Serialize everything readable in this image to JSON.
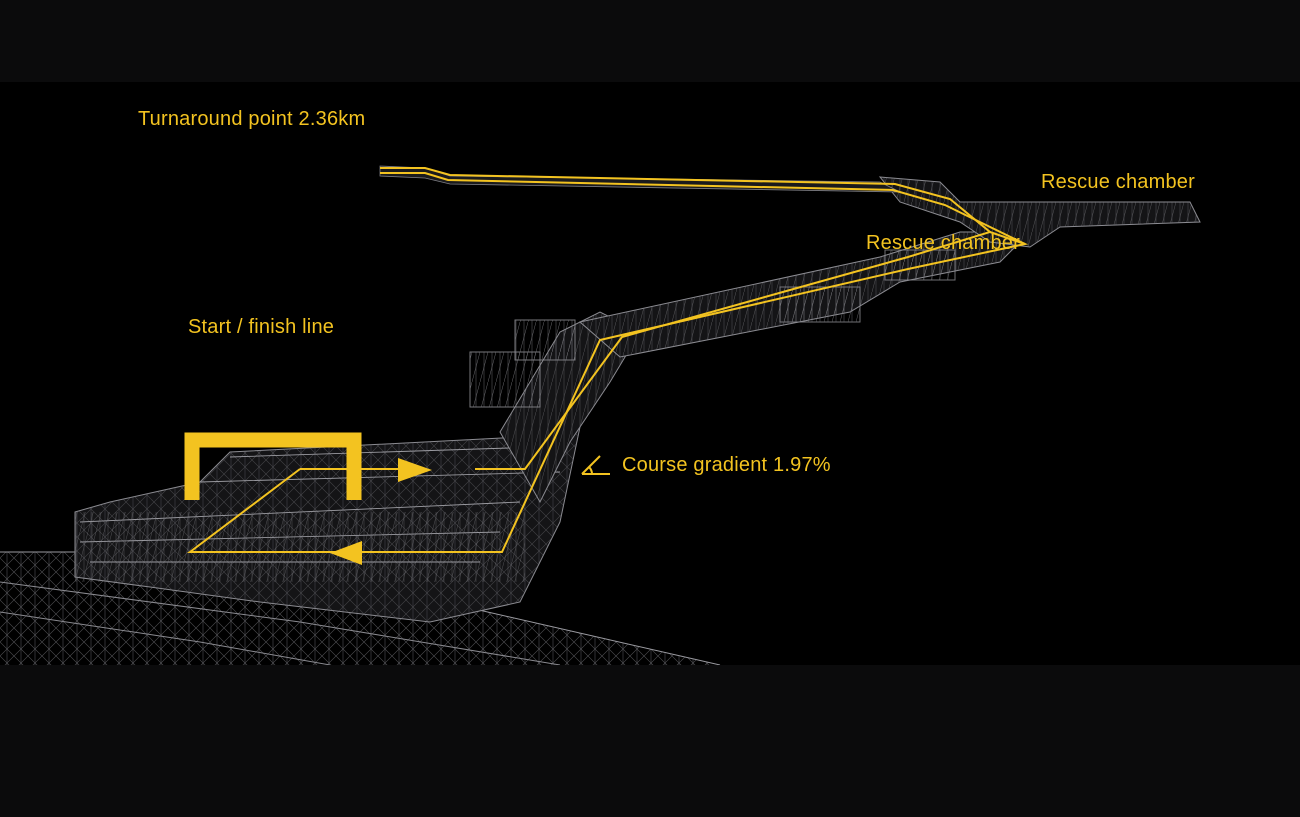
{
  "labels": {
    "turnaround": "Turnaround point 2.36km",
    "rescue_chamber_1": "Rescue chamber",
    "rescue_chamber_2": "Rescue chamber",
    "start_finish": "Start / finish line",
    "gradient": "Course gradient 1.97%"
  },
  "icons": {
    "gradient": "angle-icon",
    "direction_out": "arrow-right-icon",
    "direction_back": "arrow-left-icon",
    "start_gate": "gate-bracket-icon"
  },
  "colors": {
    "accent": "#f3c320",
    "background": "#000000",
    "frame": "#0b0b0c",
    "wireframe": "#8a8a8f"
  }
}
